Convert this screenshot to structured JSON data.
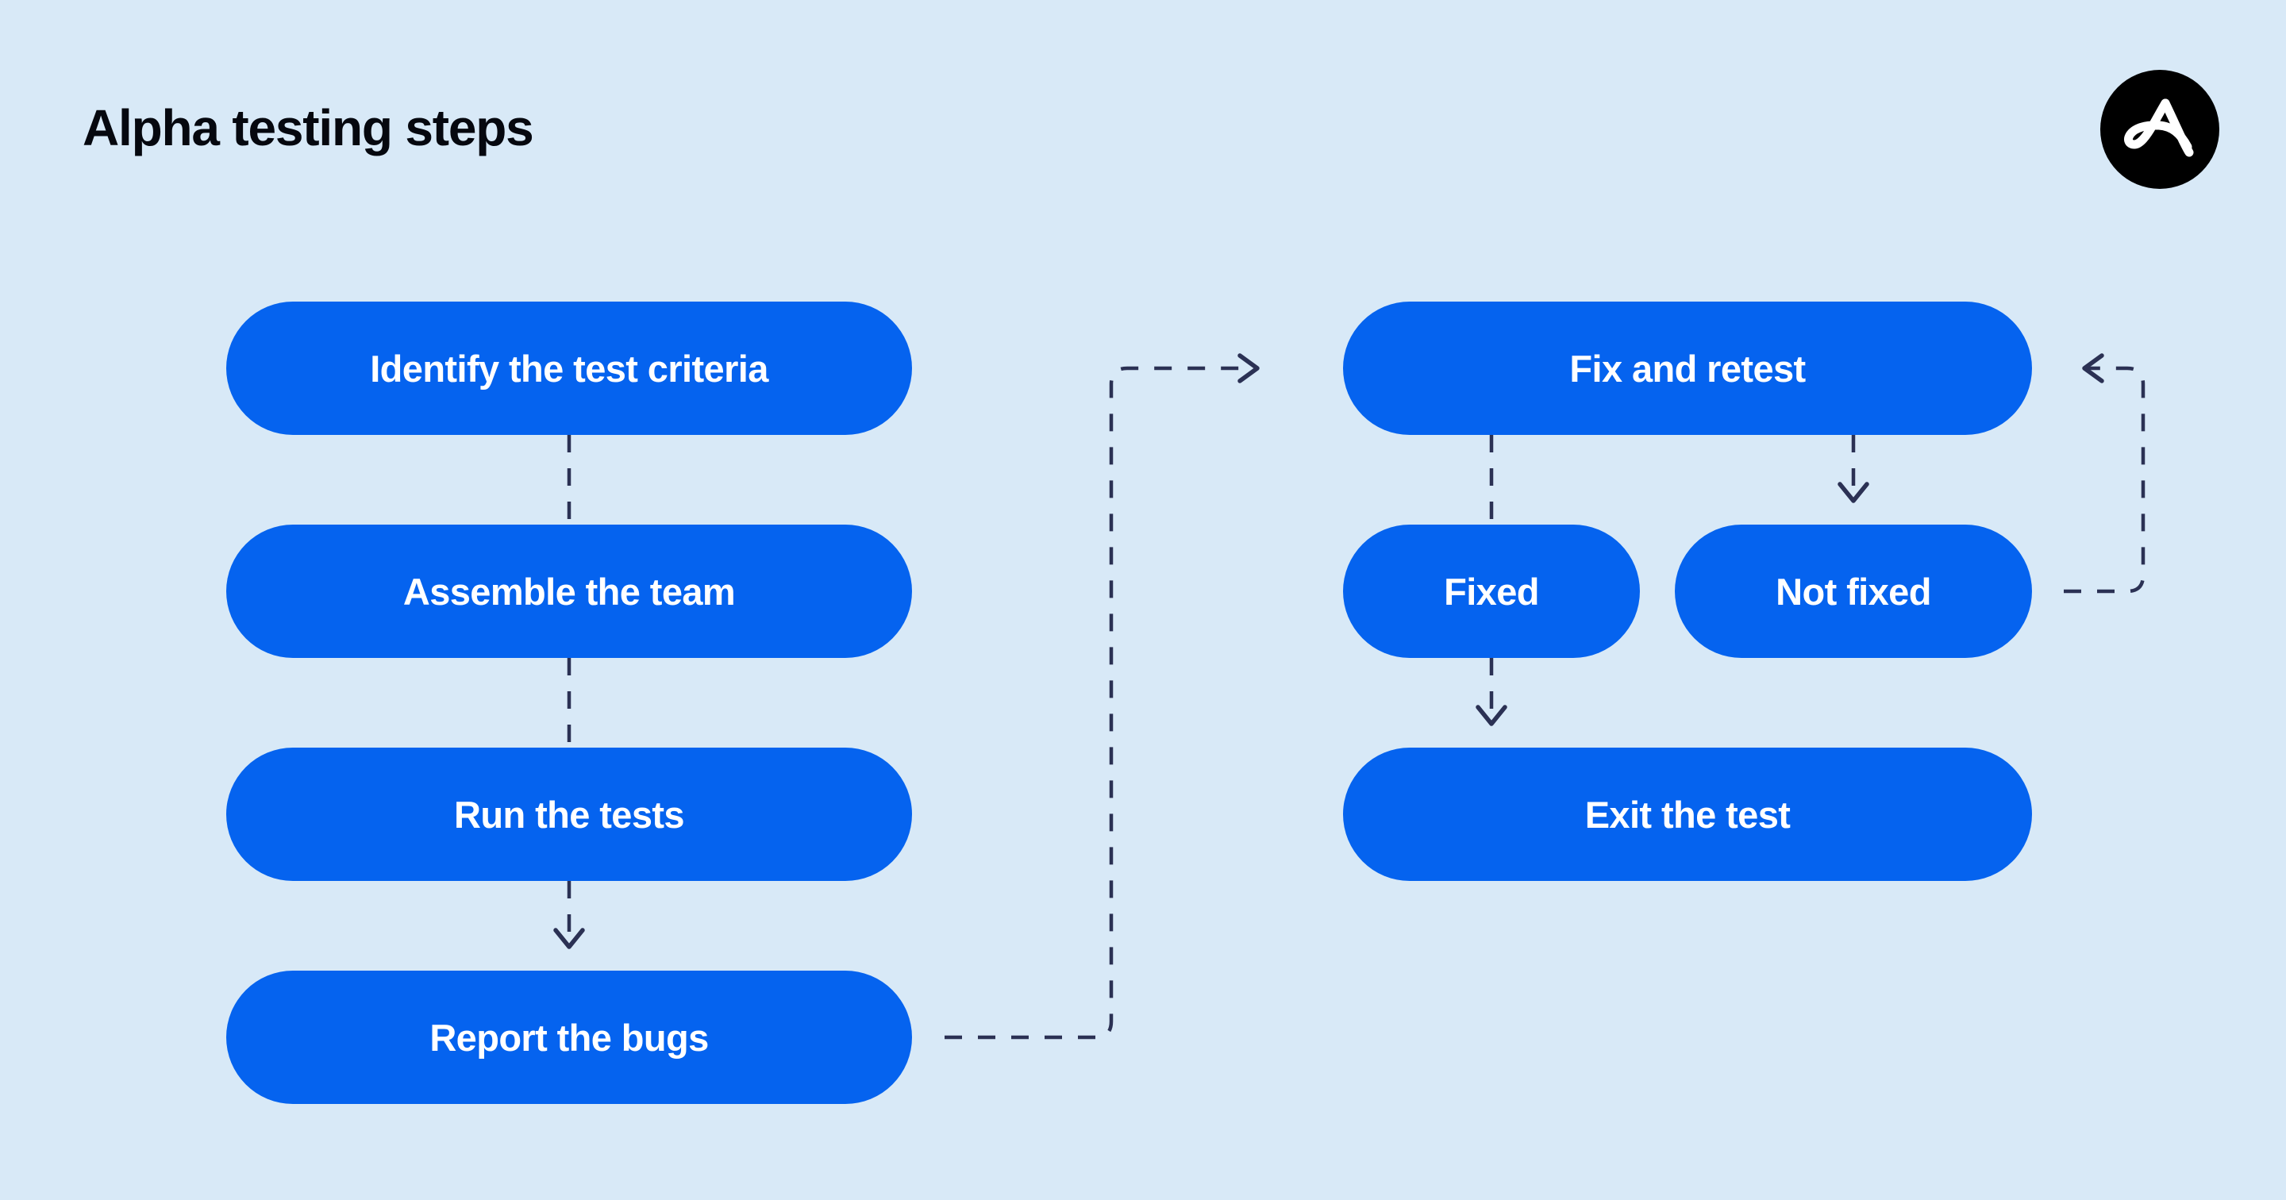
{
  "page": {
    "title": "Alpha testing steps",
    "background_color": "#d8e9f7",
    "node_color": "#0563ef",
    "node_text_color": "#ffffff",
    "connector_color": "#2b3154",
    "title_color": "#06080f"
  },
  "logo": {
    "name": "brand-logo",
    "shape": "circle",
    "circle_color": "#000000",
    "mark_color": "#ffffff",
    "glyph": "A"
  },
  "diagram": {
    "type": "flowchart",
    "nodes": [
      {
        "id": "identify",
        "label": "Identify the test criteria",
        "column": "left",
        "row": 1
      },
      {
        "id": "assemble",
        "label": "Assemble the team",
        "column": "left",
        "row": 2
      },
      {
        "id": "run",
        "label": "Run the tests",
        "column": "left",
        "row": 3
      },
      {
        "id": "report",
        "label": "Report the bugs",
        "column": "left",
        "row": 4
      },
      {
        "id": "fix",
        "label": "Fix and retest",
        "column": "right",
        "row": 1
      },
      {
        "id": "fixed",
        "label": "Fixed",
        "column": "right",
        "row": 2
      },
      {
        "id": "notfixed",
        "label": "Not fixed",
        "column": "right",
        "row": 2
      },
      {
        "id": "exit",
        "label": "Exit the test",
        "column": "right",
        "row": 3
      }
    ],
    "edges": [
      {
        "from": "identify",
        "to": "assemble",
        "style": "dashed",
        "arrow": false
      },
      {
        "from": "assemble",
        "to": "run",
        "style": "dashed",
        "arrow": false
      },
      {
        "from": "run",
        "to": "report",
        "style": "dashed",
        "arrow": true
      },
      {
        "from": "report",
        "to": "fix",
        "style": "dashed",
        "arrow": true
      },
      {
        "from": "fix",
        "to": "fixed",
        "style": "dashed",
        "arrow": false
      },
      {
        "from": "fix",
        "to": "notfixed",
        "style": "dashed",
        "arrow": true
      },
      {
        "from": "fixed",
        "to": "exit",
        "style": "dashed",
        "arrow": true
      },
      {
        "from": "notfixed",
        "to": "fix",
        "style": "dashed",
        "arrow": true
      }
    ]
  }
}
